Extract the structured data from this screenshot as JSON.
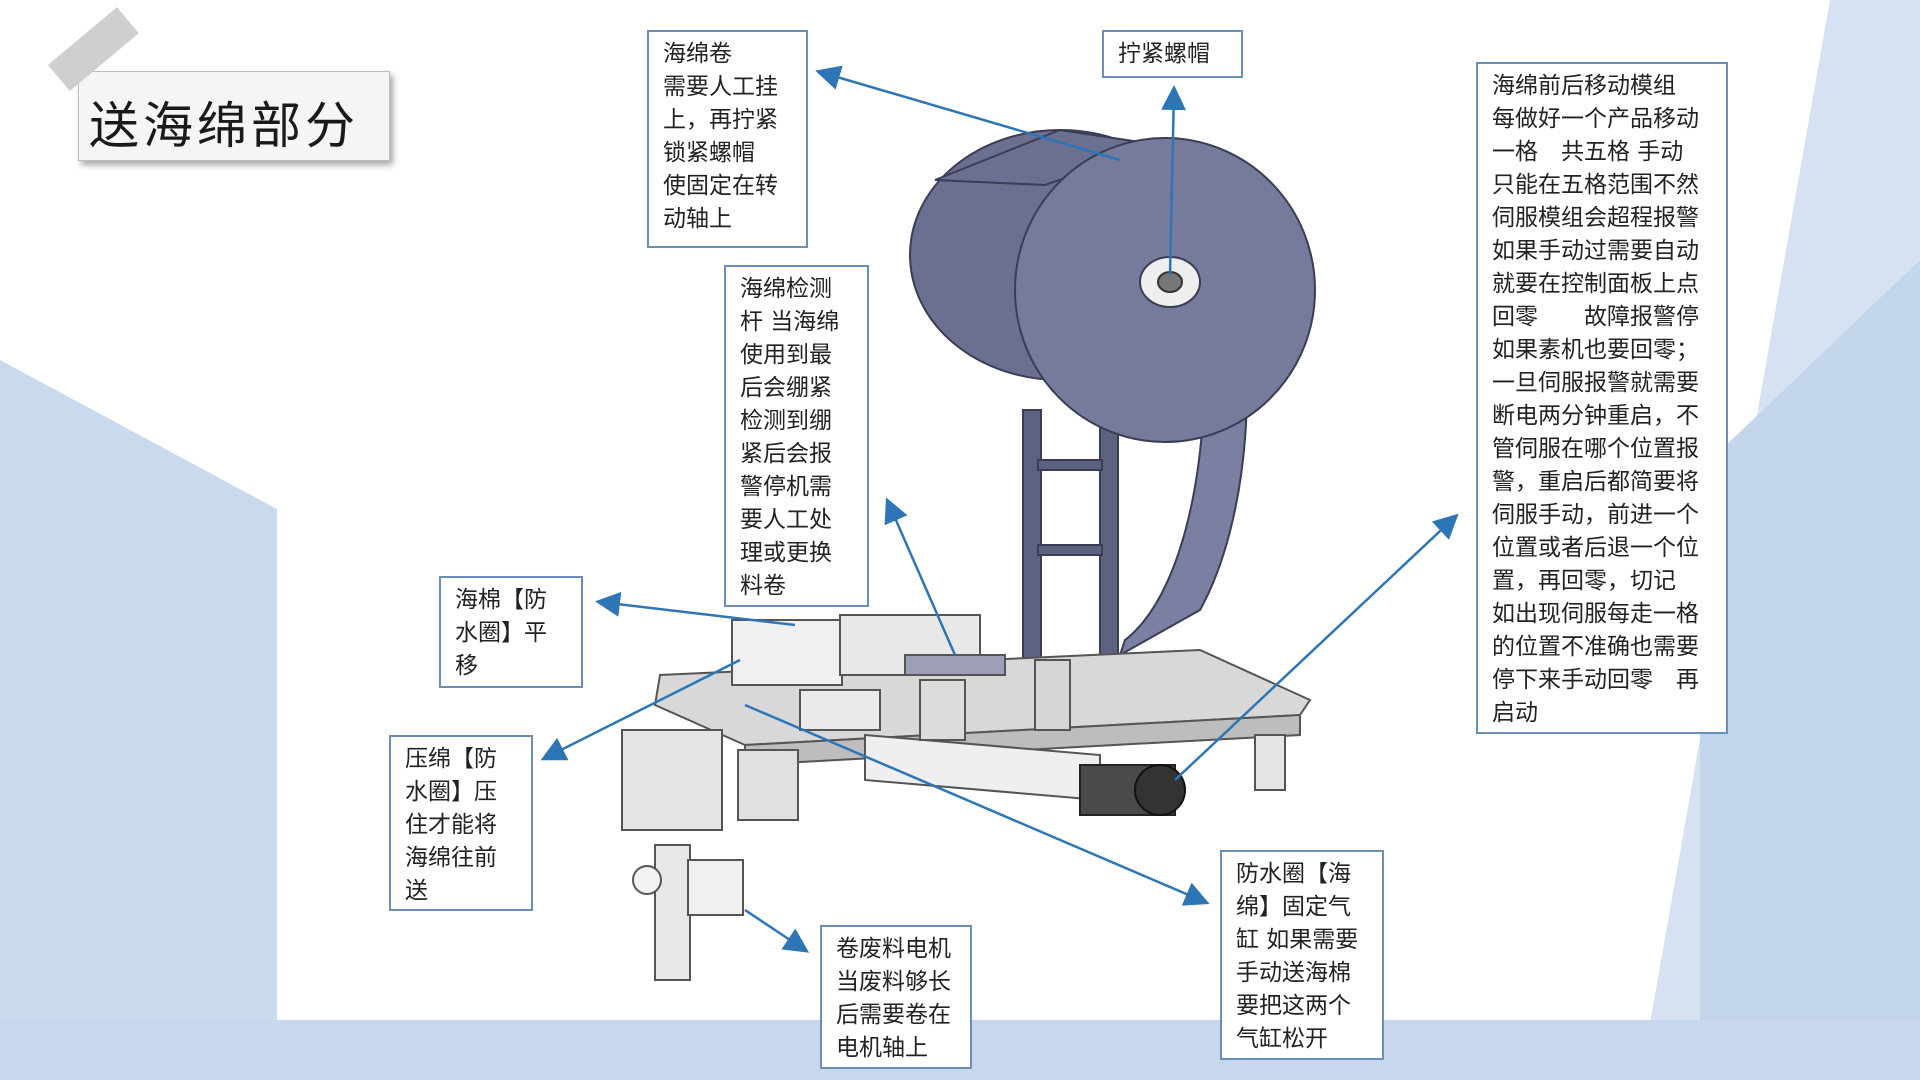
{
  "title": "送海绵部分",
  "colors": {
    "arrow": "#2e75b6",
    "box_border": "#6c8fb5",
    "background_accent": "#c9d9ee",
    "machine_body": "#6f7596"
  },
  "callouts": {
    "sponge_roll": "海绵卷\n需要人工挂\n上，再拧紧\n锁紧螺帽\n使固定在转\n动轴上",
    "tighten_nut": "拧紧螺帽",
    "detect_rod": "海绵检测\n杆 当海绵\n使用到最\n后会绷紧\n检测到绷\n紧后会报\n警停机需\n要人工处\n理或更换\n料卷",
    "sponge_shift": "海棉【防\n水圈】平\n移",
    "press_sponge": "压绵【防\n水圈】压\n住才能将\n海绵往前\n送",
    "waste_motor": "卷废料电机\n当废料够长\n后需要卷在\n电机轴上",
    "fix_cylinder": "防水圈【海\n绵】固定气\n缸 如果需要\n手动送海棉\n要把这两个\n气缸松开",
    "servo_module": "海绵前后移动模组\n每做好一个产品移动\n一格　共五格 手动\n只能在五格范围不然\n伺服模组会超程报警\n如果手动过需要自动\n就要在控制面板上点\n回零　　故障报警停\n如果素机也要回零；\n一旦伺服报警就需要\n断电两分钟重启，不\n管伺服在哪个位置报\n警，重启后都简要将\n伺服手动，前进一个\n位置或者后退一个位\n置，再回零，切记\n如出现伺服每走一格\n的位置不准确也需要\n停下来手动回零　再\n启动"
  }
}
